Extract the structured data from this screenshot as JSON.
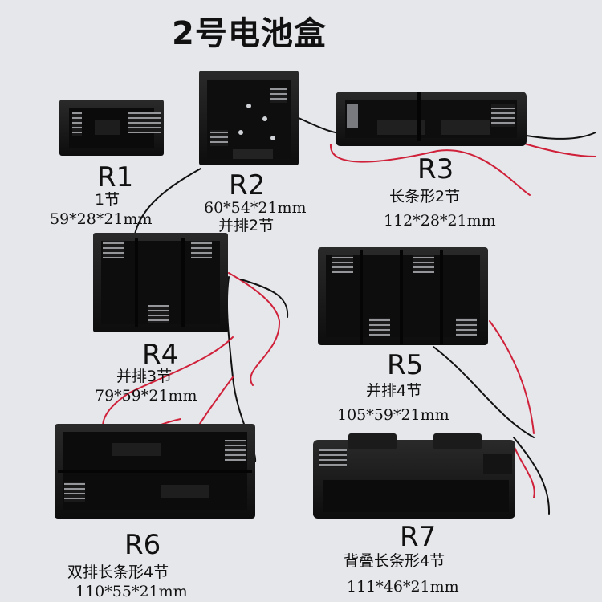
{
  "title": "2号电池盒",
  "products": [
    {
      "code": "R1",
      "desc": "1节",
      "dims": "59*28*21mm"
    },
    {
      "code": "R2",
      "desc": "并排2节",
      "dims": "60*54*21mm"
    },
    {
      "code": "R3",
      "desc": "长条形2节",
      "dims": "112*28*21mm"
    },
    {
      "code": "R4",
      "desc": "并排3节",
      "dims": "79*59*21mm"
    },
    {
      "code": "R5",
      "desc": "并排4节",
      "dims": "105*59*21mm"
    },
    {
      "code": "R6",
      "desc": "双排长条形4节",
      "dims": "110*55*21mm"
    },
    {
      "code": "R7",
      "desc": "背叠长条形4节",
      "dims": "111*46*21mm"
    }
  ],
  "colors": {
    "background": "#e6e7eb",
    "holder": "#161616",
    "wire_red": "#d0213a",
    "wire_black": "#111111",
    "contact": "#bfc3c8"
  }
}
